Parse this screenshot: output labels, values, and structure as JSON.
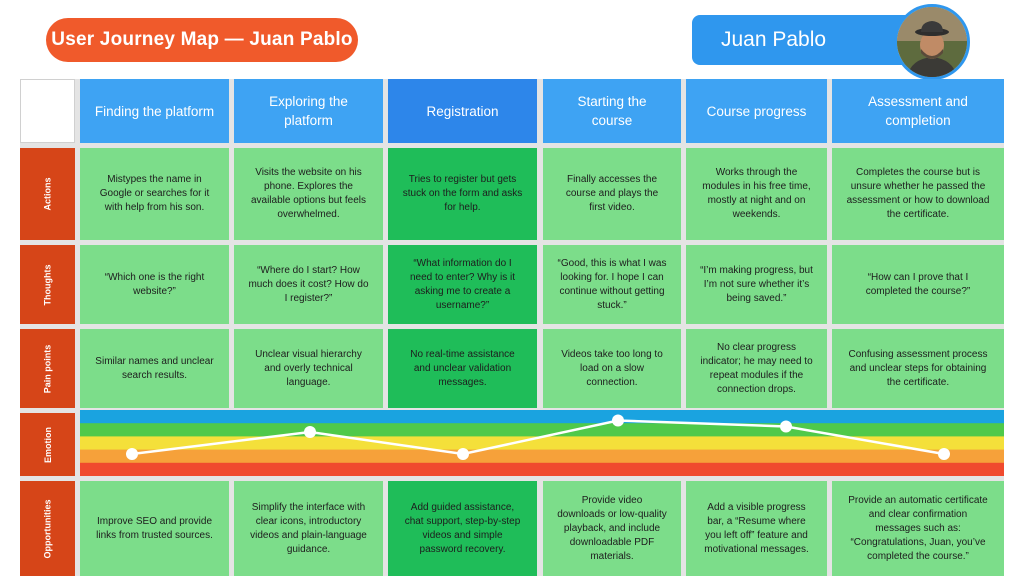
{
  "header": {
    "title": "User Journey Map — Juan Pablo",
    "persona_name": "Juan Pablo"
  },
  "colors": {
    "title_pill": "#f05a2b",
    "header_cell": "#3ea3f3",
    "header_active": "#2d86ea",
    "row_label": "#d64518",
    "card": "#7cdd8a",
    "card_active": "#1fbd59",
    "emotion_bands": [
      "#1aa3e0",
      "#4fc94a",
      "#f4e03a",
      "#f6a13a",
      "#f04a2e"
    ]
  },
  "stages": [
    "Finding the platform",
    "Exploring the platform",
    "Registration",
    "Starting the course",
    "Course progress",
    "Assessment and completion"
  ],
  "rows": {
    "actions": {
      "label": "Actions",
      "cells": [
        "Mistypes the name in Google or searches for it with help from his son.",
        "Visits the website on his phone. Explores the available options but feels overwhelmed.",
        "Tries to register but gets stuck on the form and asks for help.",
        "Finally accesses the course and plays the first video.",
        "Works through the modules in his free time, mostly at night and on weekends.",
        "Completes the course but is unsure whether he passed the assessment or how to download the certificate."
      ]
    },
    "thoughts": {
      "label": "Thoughts",
      "cells": [
        "“Which one is the right website?”",
        "“Where do I start? How much does it cost? How do I register?”",
        "“What information do I need to enter? Why is it asking me to create a username?”",
        "“Good, this is what I was looking for. I hope I can continue without getting stuck.”",
        "“I’m making progress, but I’m not sure whether it’s being saved.”",
        "“How can I prove that I completed the course?”"
      ]
    },
    "pain_points": {
      "label": "Pain points",
      "cells": [
        "Similar names and unclear search results.",
        "Unclear visual hierarchy and overly technical language.",
        "No real-time assistance and unclear validation messages.",
        "Videos take too long to load on a slow connection.",
        "No clear progress indicator; he may need to repeat modules if the connection drops.",
        "Confusing assessment process and unclear steps for obtaining the certificate."
      ]
    },
    "emotion": {
      "label": "Emotion",
      "levels": [
        0.28,
        0.72,
        0.28,
        0.95,
        0.83,
        0.28
      ]
    },
    "opportunities": {
      "label": "Opportunities",
      "cells": [
        "Improve SEO and provide links from trusted sources.",
        "Simplify the interface with clear icons, introductory videos and plain-language guidance.",
        "Add guided assistance, chat support, step-by-step videos and simple password recovery.",
        "Provide video downloads or low-quality playback, and include downloadable PDF materials.",
        "Add a visible progress bar, a “Resume where you left off” feature and motivational messages.",
        "Provide an automatic certificate and clear confirmation messages such as: “Congratulations, Juan, you’ve completed the course.”"
      ]
    }
  }
}
